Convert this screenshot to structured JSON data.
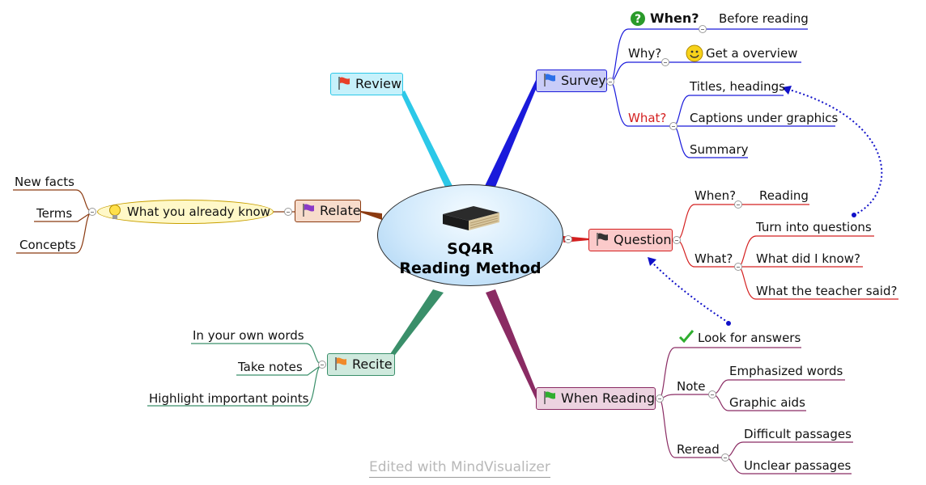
{
  "center": {
    "line1": "SQ4R",
    "line2": "Reading Method",
    "icon": "book-icon"
  },
  "colors": {
    "survey": "#1a1adb",
    "question": "#d42020",
    "when_reading": "#8a2b63",
    "recite": "#3a8f6a",
    "relate": "#8b3a10",
    "review": "#2cc8e8"
  },
  "review": {
    "label": "Review"
  },
  "survey": {
    "label": "Survey",
    "when_label": "When?",
    "when_icon": "question-icon",
    "when_value": "Before reading",
    "why_label": "Why?",
    "why_icon": "smiley-icon",
    "why_value": "Get a overview",
    "what_label": "What?",
    "what_items": [
      "Titles, headings",
      "Captions under graphics",
      "Summary"
    ]
  },
  "question": {
    "label": "Question",
    "when_label": "When?",
    "when_value": "Reading",
    "what_label": "What?",
    "what_items": [
      "Turn into questions",
      "What did I know?",
      "What the teacher said?"
    ]
  },
  "when_reading": {
    "label": "When Reading",
    "look_icon": "checkmark-icon",
    "look_label": "Look for answers",
    "note_label": "Note",
    "note_items": [
      "Emphasized words",
      "Graphic aids"
    ],
    "reread_label": "Reread",
    "reread_items": [
      "Difficult passages",
      "Unclear passages"
    ]
  },
  "recite": {
    "label": "Recite",
    "items": [
      "In your own words",
      "Take notes",
      "Highlight important points"
    ]
  },
  "relate": {
    "label": "Relate",
    "know_label": "What you already know",
    "know_icon": "lightbulb-icon",
    "items": [
      "New facts",
      "Terms",
      "Concepts"
    ]
  },
  "watermark": "Edited with MindVisualizer"
}
